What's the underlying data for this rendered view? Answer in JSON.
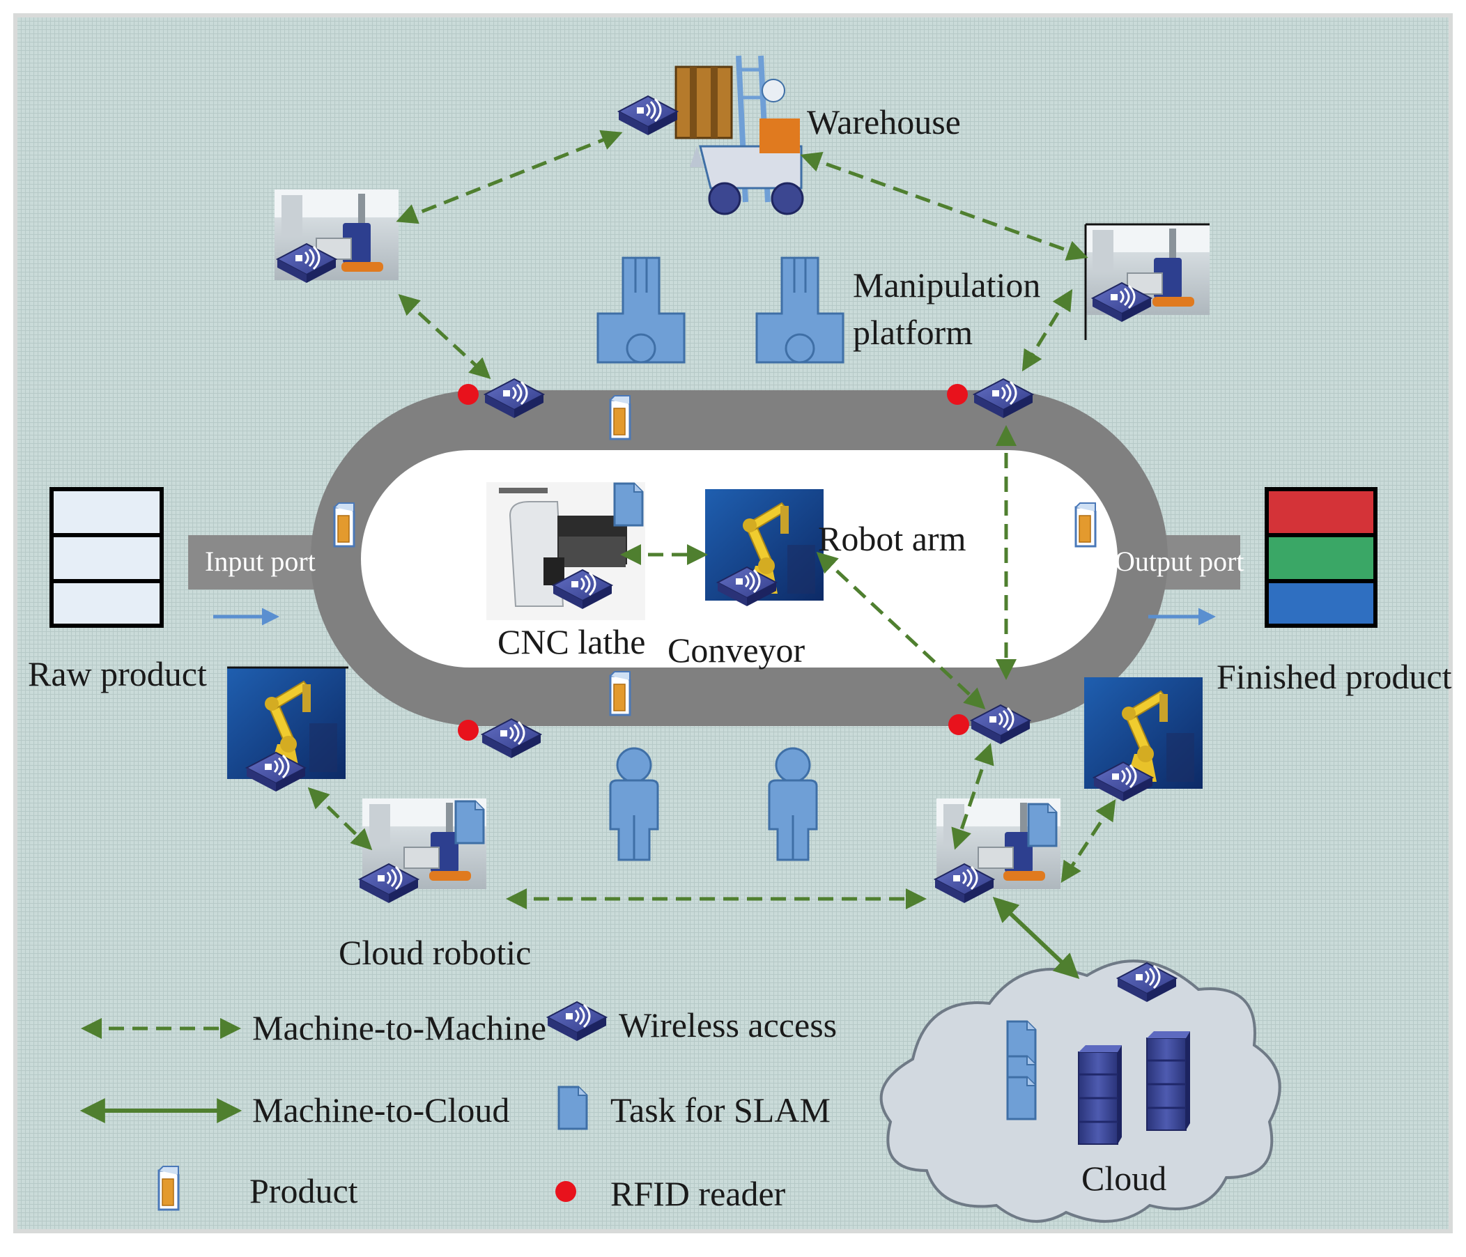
{
  "labels": {
    "warehouse": "Warehouse",
    "manipulation_platform_1": "Manipulation",
    "manipulation_platform_2": "platform",
    "input_port": "Input port",
    "output_port": "Output port",
    "raw_product": "Raw product",
    "finished_product": "Finished product",
    "cnc_lathe": "CNC lathe",
    "conveyor": "Conveyor",
    "robot_arm": "Robot arm",
    "cloud_robotic": "Cloud robotic",
    "cloud": "Cloud"
  },
  "legend": {
    "m2m": "Machine-to-Machine",
    "m2c": "Machine-to-Cloud",
    "product": "Product",
    "wireless": "Wireless access",
    "task": "Task for SLAM",
    "rfid": "RFID reader"
  },
  "colors": {
    "background": "#cfdedd",
    "frame": "#d8dad9",
    "track": "#808080",
    "link": "#4f7f2f",
    "rfid": "#e8121c",
    "device_blue": "#6f9fd6",
    "device_outline": "#3f6fa6",
    "raw_fill": "#e6eef7",
    "finished_red": "#d43338",
    "finished_green": "#3aa766",
    "finished_blue": "#2f6fc1",
    "wireless_top": "#4b56a8",
    "cloud_fill": "#d2d9e0",
    "server": "#3c4791"
  },
  "icons": [
    "wireless-access-icon",
    "task-for-slam-icon",
    "product-icon",
    "rfid-reader-icon",
    "robot-arm-icon",
    "mobile-robot-icon",
    "forklift-icon",
    "cnc-lathe-icon",
    "person-icon",
    "manipulation-platform-icon",
    "server-icon",
    "cloud-icon"
  ]
}
